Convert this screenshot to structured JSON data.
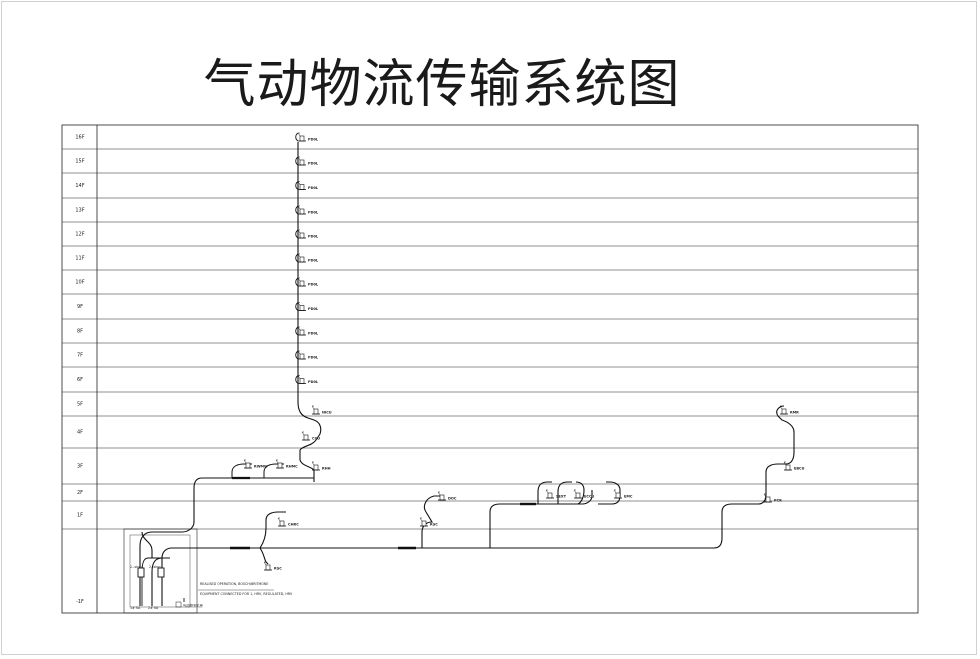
{
  "title": "气动物流传输系统图",
  "floors": [
    "16F",
    "15F",
    "14F",
    "13F",
    "12F",
    "11F",
    "10F",
    "9F",
    "8F",
    "7F",
    "6F",
    "5F",
    "4F",
    "3F",
    "2F",
    "1F",
    "-1F"
  ],
  "riser_stations": [
    "PD0L",
    "PD0L",
    "PD0L",
    "PD0L",
    "PD0L",
    "PD0L",
    "PD0L",
    "PD0L",
    "PD0L",
    "PD0L",
    "PD0L"
  ],
  "stations": {
    "s5f": "NICU",
    "s4f": "CCU",
    "s3f_main": "RHH",
    "s3f_a": "RWMW",
    "s3f_b": "RHMC",
    "s2f_a": "DOC",
    "s2f_b": "SEXT",
    "s2f_c": "ECCU",
    "s2f_d": "EMC",
    "s1f_a": "CHRC",
    "s1f_b": "RSC",
    "b1_a": "RSC",
    "right_5f": "RMR",
    "right_3f": "EBCU",
    "right_2f": "PCR"
  },
  "basement": {
    "blower_left": "2--stop",
    "blower_right": "2--stop",
    "bottom_a": "1# SA",
    "bottom_b": "2# SA",
    "legend": "气动物流机房"
  },
  "notes": [
    "REALISED OPERATION, BOSCH/BRITMONE",
    "EQUIPMENT CONNECTED FOR 1, HRV, REGULATED, HRV"
  ]
}
